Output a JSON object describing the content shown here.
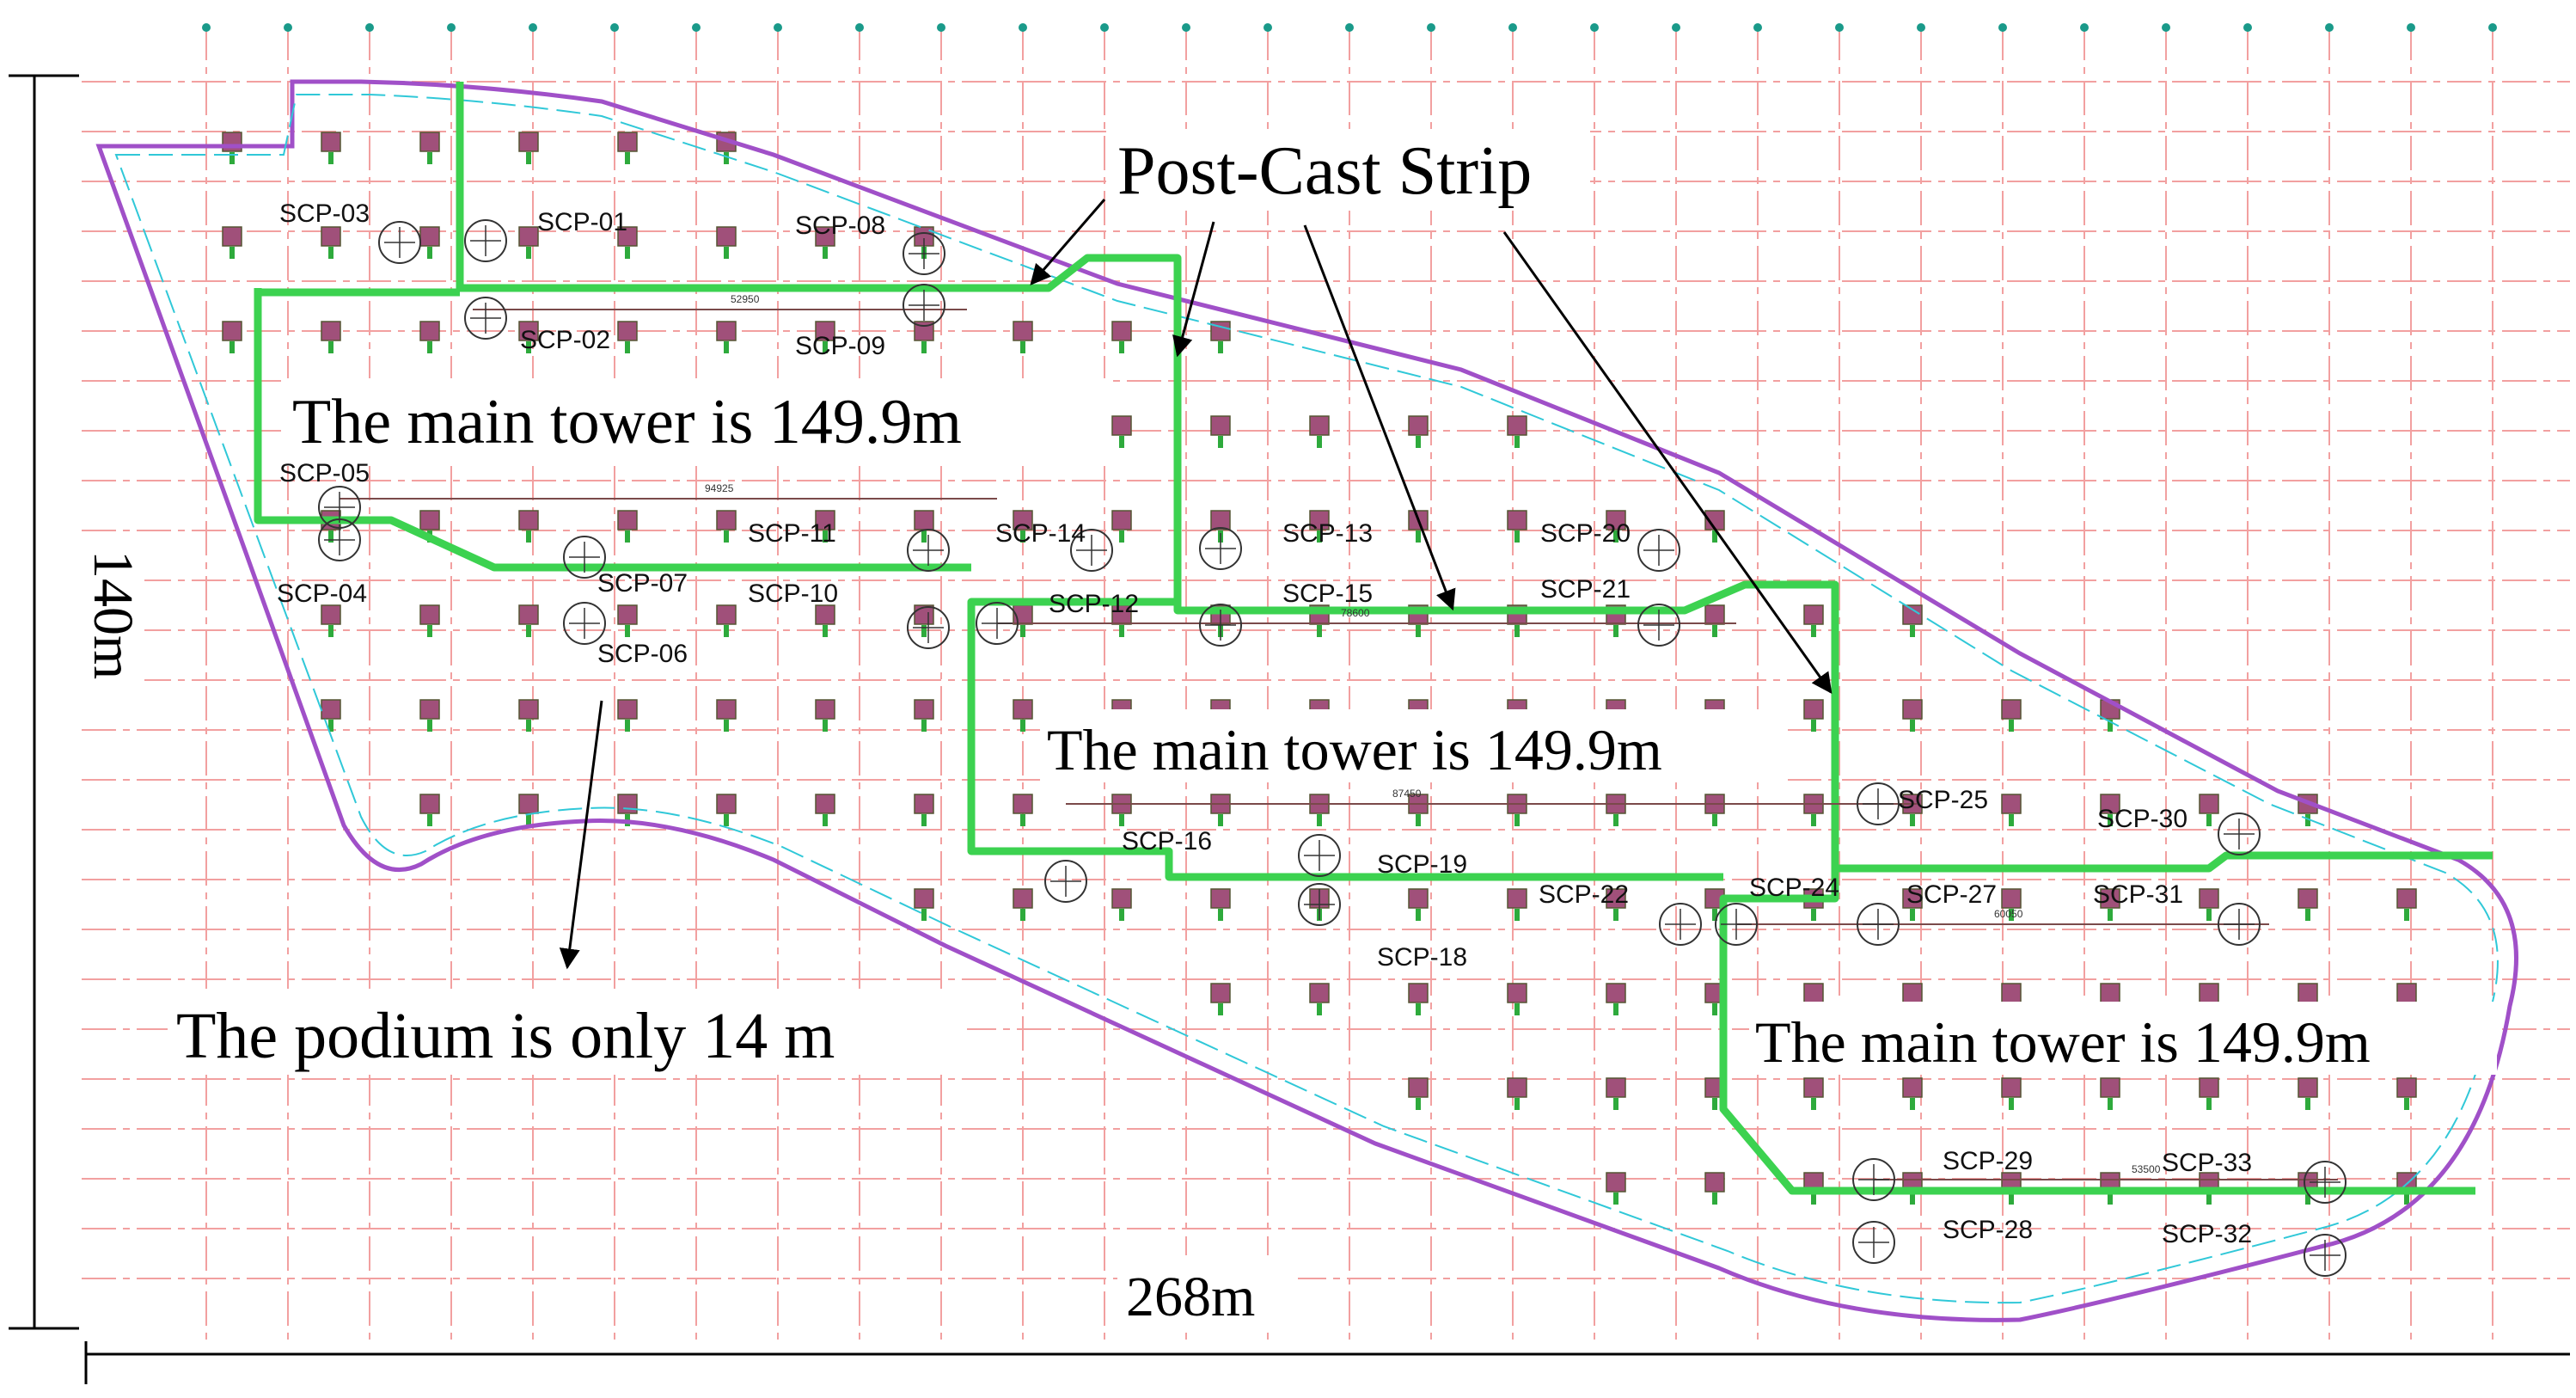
{
  "labels": {
    "post_cast_strip": "Post-Cast Strip",
    "main_tower_1": "The main tower is 149.9m",
    "main_tower_2": "The main tower is 149.9m",
    "main_tower_3": "The main tower is 149.9m",
    "podium": "The podium is only 14 m",
    "dim_height": "140m",
    "dim_width": "268m"
  },
  "dims_small": [
    "52950",
    "94925",
    "78600",
    "87450",
    "60050",
    "53500"
  ],
  "points": [
    {
      "id": "SCP-01",
      "label": "SCP-01"
    },
    {
      "id": "SCP-02",
      "label": "SCP-02"
    },
    {
      "id": "SCP-03",
      "label": "SCP-03"
    },
    {
      "id": "SCP-04",
      "label": "SCP-04"
    },
    {
      "id": "SCP-05",
      "label": "SCP-05"
    },
    {
      "id": "SCP-06",
      "label": "SCP-06"
    },
    {
      "id": "SCP-07",
      "label": "SCP-07"
    },
    {
      "id": "SCP-08",
      "label": "SCP-08"
    },
    {
      "id": "SCP-09",
      "label": "SCP-09"
    },
    {
      "id": "SCP-10",
      "label": "SCP-10"
    },
    {
      "id": "SCP-11",
      "label": "SCP-11"
    },
    {
      "id": "SCP-12",
      "label": "SCP-12"
    },
    {
      "id": "SCP-13",
      "label": "SCP-13"
    },
    {
      "id": "SCP-14",
      "label": "SCP-14"
    },
    {
      "id": "SCP-15",
      "label": "SCP-15"
    },
    {
      "id": "SCP-16",
      "label": "SCP-16"
    },
    {
      "id": "SCP-18",
      "label": "SCP-18"
    },
    {
      "id": "SCP-19",
      "label": "SCP-19"
    },
    {
      "id": "SCP-20",
      "label": "SCP-20"
    },
    {
      "id": "SCP-21",
      "label": "SCP-21"
    },
    {
      "id": "SCP-22",
      "label": "SCP-22"
    },
    {
      "id": "SCP-24",
      "label": "SCP-24"
    },
    {
      "id": "SCP-25",
      "label": "SCP-25"
    },
    {
      "id": "SCP-27",
      "label": "SCP-27"
    },
    {
      "id": "SCP-28",
      "label": "SCP-28"
    },
    {
      "id": "SCP-29",
      "label": "SCP-29"
    },
    {
      "id": "SCP-30",
      "label": "SCP-30"
    },
    {
      "id": "SCP-31",
      "label": "SCP-31"
    },
    {
      "id": "SCP-32",
      "label": "SCP-32"
    },
    {
      "id": "SCP-33",
      "label": "SCP-33"
    }
  ],
  "colors": {
    "grid": "#f2a0a0",
    "outline": "#a050c8",
    "post_cast_strip": "#3cd250",
    "column": "#a0507a",
    "guide": "#30c8d8",
    "text": "#000000"
  }
}
